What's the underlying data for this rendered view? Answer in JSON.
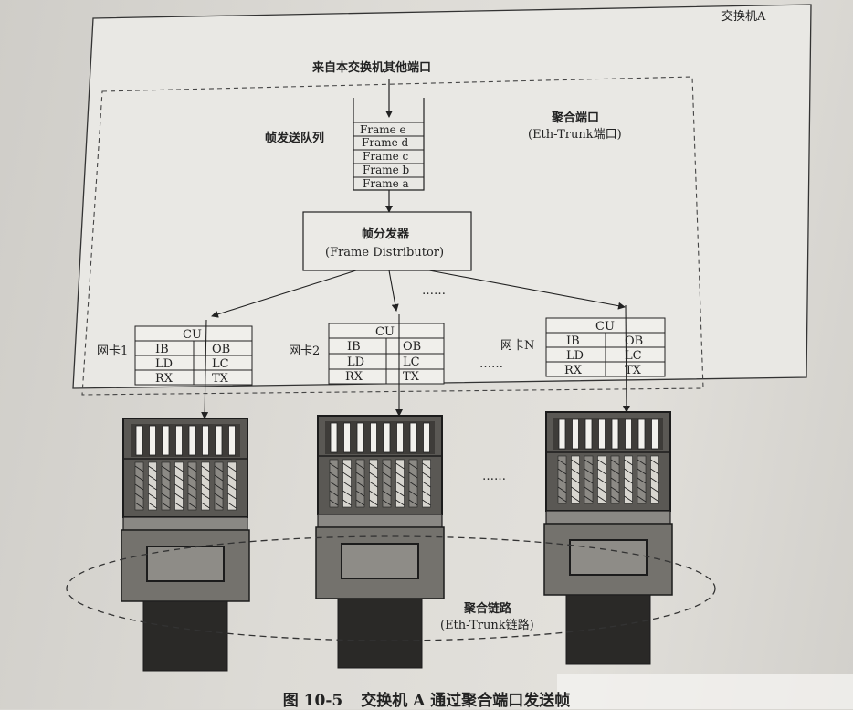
{
  "switch_label": "交换机A",
  "source_label": "来自本交换机其他端口",
  "queue_label": "帧发送队列",
  "frames": [
    "Frame e",
    "Frame d",
    "Frame c",
    "Frame b",
    "Frame a"
  ],
  "aggregate_port": {
    "label": "聚合端口",
    "sub": "(Eth-Trunk端口)"
  },
  "distributor": {
    "label": "帧分发器",
    "sub": "(Frame Distributor)"
  },
  "ellipsis": "……",
  "nics": [
    {
      "label": "网卡1",
      "cu": "CU",
      "cells": [
        "IB",
        "OB",
        "LD",
        "LC",
        "RX",
        "TX"
      ]
    },
    {
      "label": "网卡2",
      "cu": "CU",
      "cells": [
        "IB",
        "OB",
        "LD",
        "LC",
        "RX",
        "TX"
      ]
    },
    {
      "label": "网卡N",
      "cu": "CU",
      "cells": [
        "IB",
        "OB",
        "LD",
        "LC",
        "RX",
        "TX"
      ]
    }
  ],
  "link": {
    "label": "聚合链路",
    "sub": "(Eth-Trunk链路)"
  },
  "caption": {
    "number": "图 10-5",
    "text": "交换机 A 通过聚合端口发送帧"
  }
}
